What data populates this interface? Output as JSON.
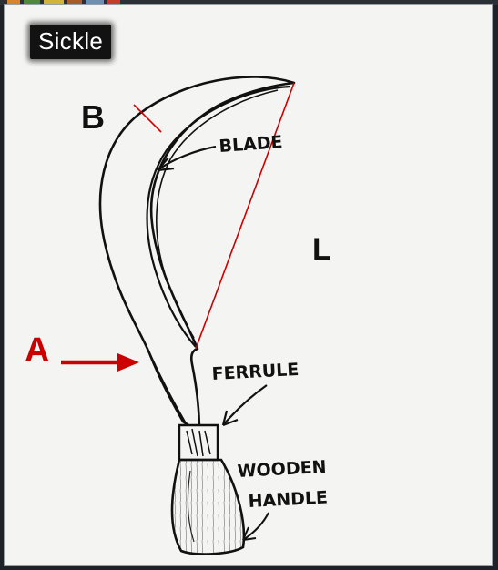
{
  "title": "Sickle",
  "labels": {
    "blade": "BLADE",
    "ferrule": "FERRULE",
    "wooden": "WOODEN",
    "handle": "HANDLE"
  },
  "markers": {
    "a": "A",
    "b": "B",
    "l": "L"
  },
  "colors": {
    "annotation_red": "#cc0000",
    "ink": "#111111",
    "paper": "#f4f4f2",
    "frame": "#1e2127"
  }
}
